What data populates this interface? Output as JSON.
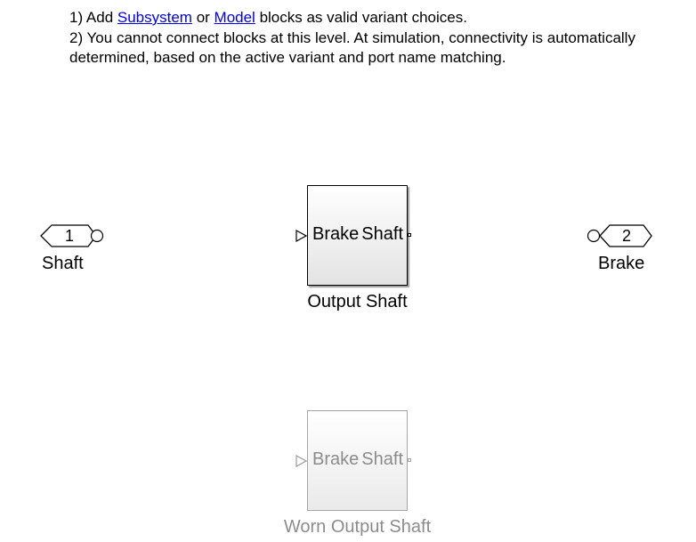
{
  "annotation": {
    "line1_prefix": "1) Add ",
    "line1_link1": "Subsystem",
    "line1_middle": " or ",
    "line1_link2": "Model",
    "line1_suffix": " blocks as valid variant choices.",
    "line2a": "2) You cannot connect blocks at this level. At simulation, connectivity is automatically",
    "line2b": "determined, based on the active variant and port name matching."
  },
  "inport": {
    "number": "1",
    "label": "Shaft"
  },
  "outport": {
    "number": "2",
    "label": "Brake"
  },
  "blocks": [
    {
      "name": "Output Shaft",
      "input_port": "Brake",
      "output_port": "Shaft",
      "active": true
    },
    {
      "name": "Worn Output Shaft",
      "input_port": "Brake",
      "output_port": "Shaft",
      "active": false
    }
  ],
  "colors": {
    "link": "#0000ee",
    "inactive_text": "#8c8c8c",
    "inactive_border": "#a6a6a6",
    "block_border": "#000000"
  }
}
